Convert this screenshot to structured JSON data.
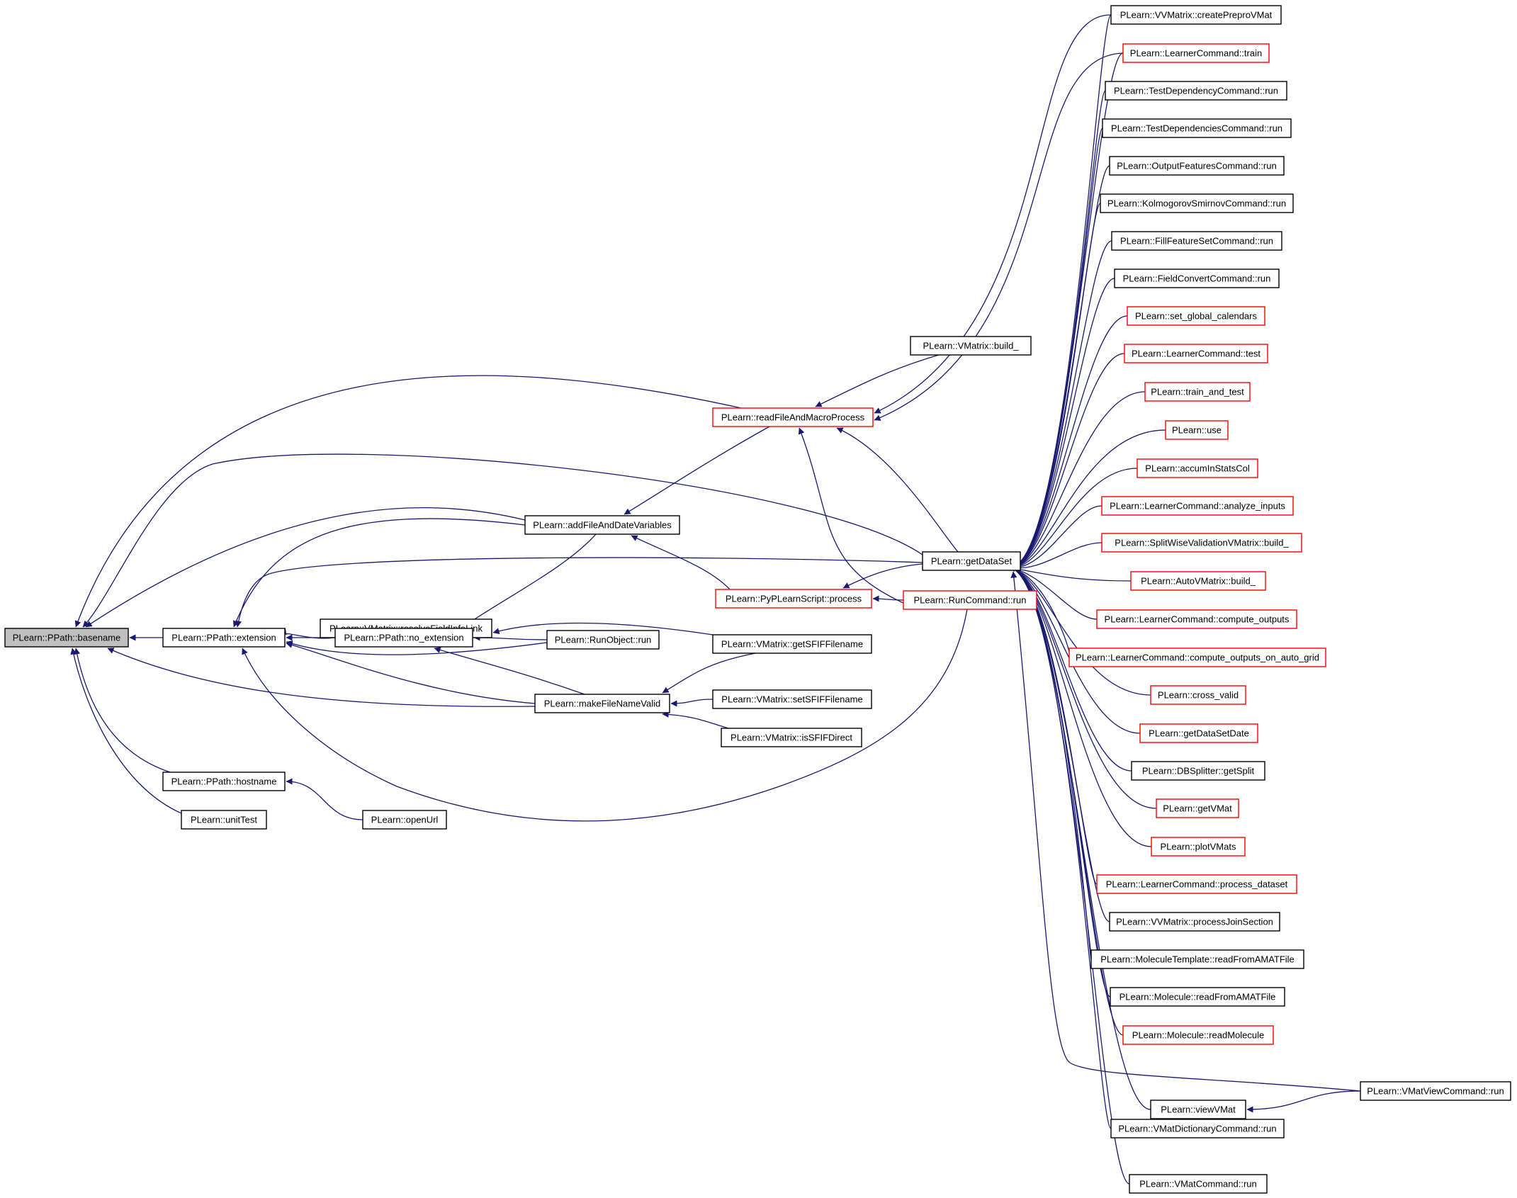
{
  "colors": {
    "edge": "#191970",
    "border_black": "#000000",
    "border_red": "#ff0000",
    "current_fill": "#bfbfbf"
  },
  "nodes": {
    "basename": {
      "label": "PLearn::PPath::basename",
      "style": "current"
    },
    "extension": {
      "label": "PLearn::PPath::extension",
      "style": "black"
    },
    "hostname": {
      "label": "PLearn::PPath::hostname",
      "style": "black"
    },
    "unitTest": {
      "label": "PLearn::unitTest",
      "style": "black"
    },
    "openUrl": {
      "label": "PLearn::openUrl",
      "style": "black"
    },
    "resolveFieldInfoLink": {
      "label": "PLearn::VMatrix::resolveFieldInfoLink",
      "style": "black"
    },
    "no_extension": {
      "label": "PLearn::PPath::no_extension",
      "style": "black"
    },
    "addFileAndDateVariables": {
      "label": "PLearn::addFileAndDateVariables",
      "style": "black"
    },
    "RunObject_run": {
      "label": "PLearn::RunObject::run",
      "style": "black"
    },
    "makeFileNameValid": {
      "label": "PLearn::makeFileNameValid",
      "style": "black"
    },
    "readFileAndMacroProcess": {
      "label": "PLearn::readFileAndMacroProcess",
      "style": "red"
    },
    "PyPLearnScript_process": {
      "label": "PLearn::PyPLearnScript::process",
      "style": "red"
    },
    "VMatrix_build_": {
      "label": "PLearn::VMatrix::build_",
      "style": "black"
    },
    "getSFIFFilename": {
      "label": "PLearn::VMatrix::getSFIFFilename",
      "style": "black"
    },
    "setSFIFFilename": {
      "label": "PLearn::VMatrix::setSFIFFilename",
      "style": "black"
    },
    "isSFIFDirect": {
      "label": "PLearn::VMatrix::isSFIFDirect",
      "style": "black"
    },
    "getDataSet": {
      "label": "PLearn::getDataSet",
      "style": "black"
    },
    "RunCommand_run": {
      "label": "PLearn::RunCommand::run",
      "style": "red"
    },
    "createPreproVMat": {
      "label": "PLearn::VVMatrix::createPreproVMat",
      "style": "black"
    },
    "LearnerCommand_train": {
      "label": "PLearn::LearnerCommand::train",
      "style": "red"
    },
    "TestDependencyCommand_run": {
      "label": "PLearn::TestDependencyCommand::run",
      "style": "black"
    },
    "TestDependenciesCommand_run": {
      "label": "PLearn::TestDependenciesCommand::run",
      "style": "black"
    },
    "OutputFeaturesCommand_run": {
      "label": "PLearn::OutputFeaturesCommand::run",
      "style": "black"
    },
    "KolmogorovSmirnovCommand_run": {
      "label": "PLearn::KolmogorovSmirnovCommand::run",
      "style": "black"
    },
    "FillFeatureSetCommand_run": {
      "label": "PLearn::FillFeatureSetCommand::run",
      "style": "black"
    },
    "FieldConvertCommand_run": {
      "label": "PLearn::FieldConvertCommand::run",
      "style": "black"
    },
    "set_global_calendars": {
      "label": "PLearn::set_global_calendars",
      "style": "red"
    },
    "LearnerCommand_test": {
      "label": "PLearn::LearnerCommand::test",
      "style": "red"
    },
    "train_and_test": {
      "label": "PLearn::train_and_test",
      "style": "red"
    },
    "use": {
      "label": "PLearn::use",
      "style": "red"
    },
    "accumInStatsCol": {
      "label": "PLearn::accumInStatsCol",
      "style": "red"
    },
    "analyze_inputs": {
      "label": "PLearn::LearnerCommand::analyze_inputs",
      "style": "red"
    },
    "SplitWiseValidationVMatrix_build_": {
      "label": "PLearn::SplitWiseValidationVMatrix::build_",
      "style": "red"
    },
    "AutoVMatrix_build_": {
      "label": "PLearn::AutoVMatrix::build_",
      "style": "red"
    },
    "compute_outputs": {
      "label": "PLearn::LearnerCommand::compute_outputs",
      "style": "red"
    },
    "compute_outputs_on_auto_grid": {
      "label": "PLearn::LearnerCommand::compute_outputs_on_auto_grid",
      "style": "red"
    },
    "cross_valid": {
      "label": "PLearn::cross_valid",
      "style": "red"
    },
    "getDataSetDate": {
      "label": "PLearn::getDataSetDate",
      "style": "red"
    },
    "DBSplitter_getSplit": {
      "label": "PLearn::DBSplitter::getSplit",
      "style": "black"
    },
    "getVMat": {
      "label": "PLearn::getVMat",
      "style": "red"
    },
    "plotVMats": {
      "label": "PLearn::plotVMats",
      "style": "red"
    },
    "process_dataset": {
      "label": "PLearn::LearnerCommand::process_dataset",
      "style": "red"
    },
    "processJoinSection": {
      "label": "PLearn::VVMatrix::processJoinSection",
      "style": "black"
    },
    "MoleculeTemplate_readFromAMATFile": {
      "label": "PLearn::MoleculeTemplate::readFromAMATFile",
      "style": "black"
    },
    "Molecule_readFromAMATFile": {
      "label": "PLearn::Molecule::readFromAMATFile",
      "style": "black"
    },
    "readMolecule": {
      "label": "PLearn::Molecule::readMolecule",
      "style": "red"
    },
    "viewVMat": {
      "label": "PLearn::viewVMat",
      "style": "black"
    },
    "VMatViewCommand_run": {
      "label": "PLearn::VMatViewCommand::run",
      "style": "black"
    },
    "VMatDictionaryCommand_run": {
      "label": "PLearn::VMatDictionaryCommand::run",
      "style": "black"
    },
    "VMatCommand_run": {
      "label": "PLearn::VMatCommand::run",
      "style": "black"
    }
  }
}
